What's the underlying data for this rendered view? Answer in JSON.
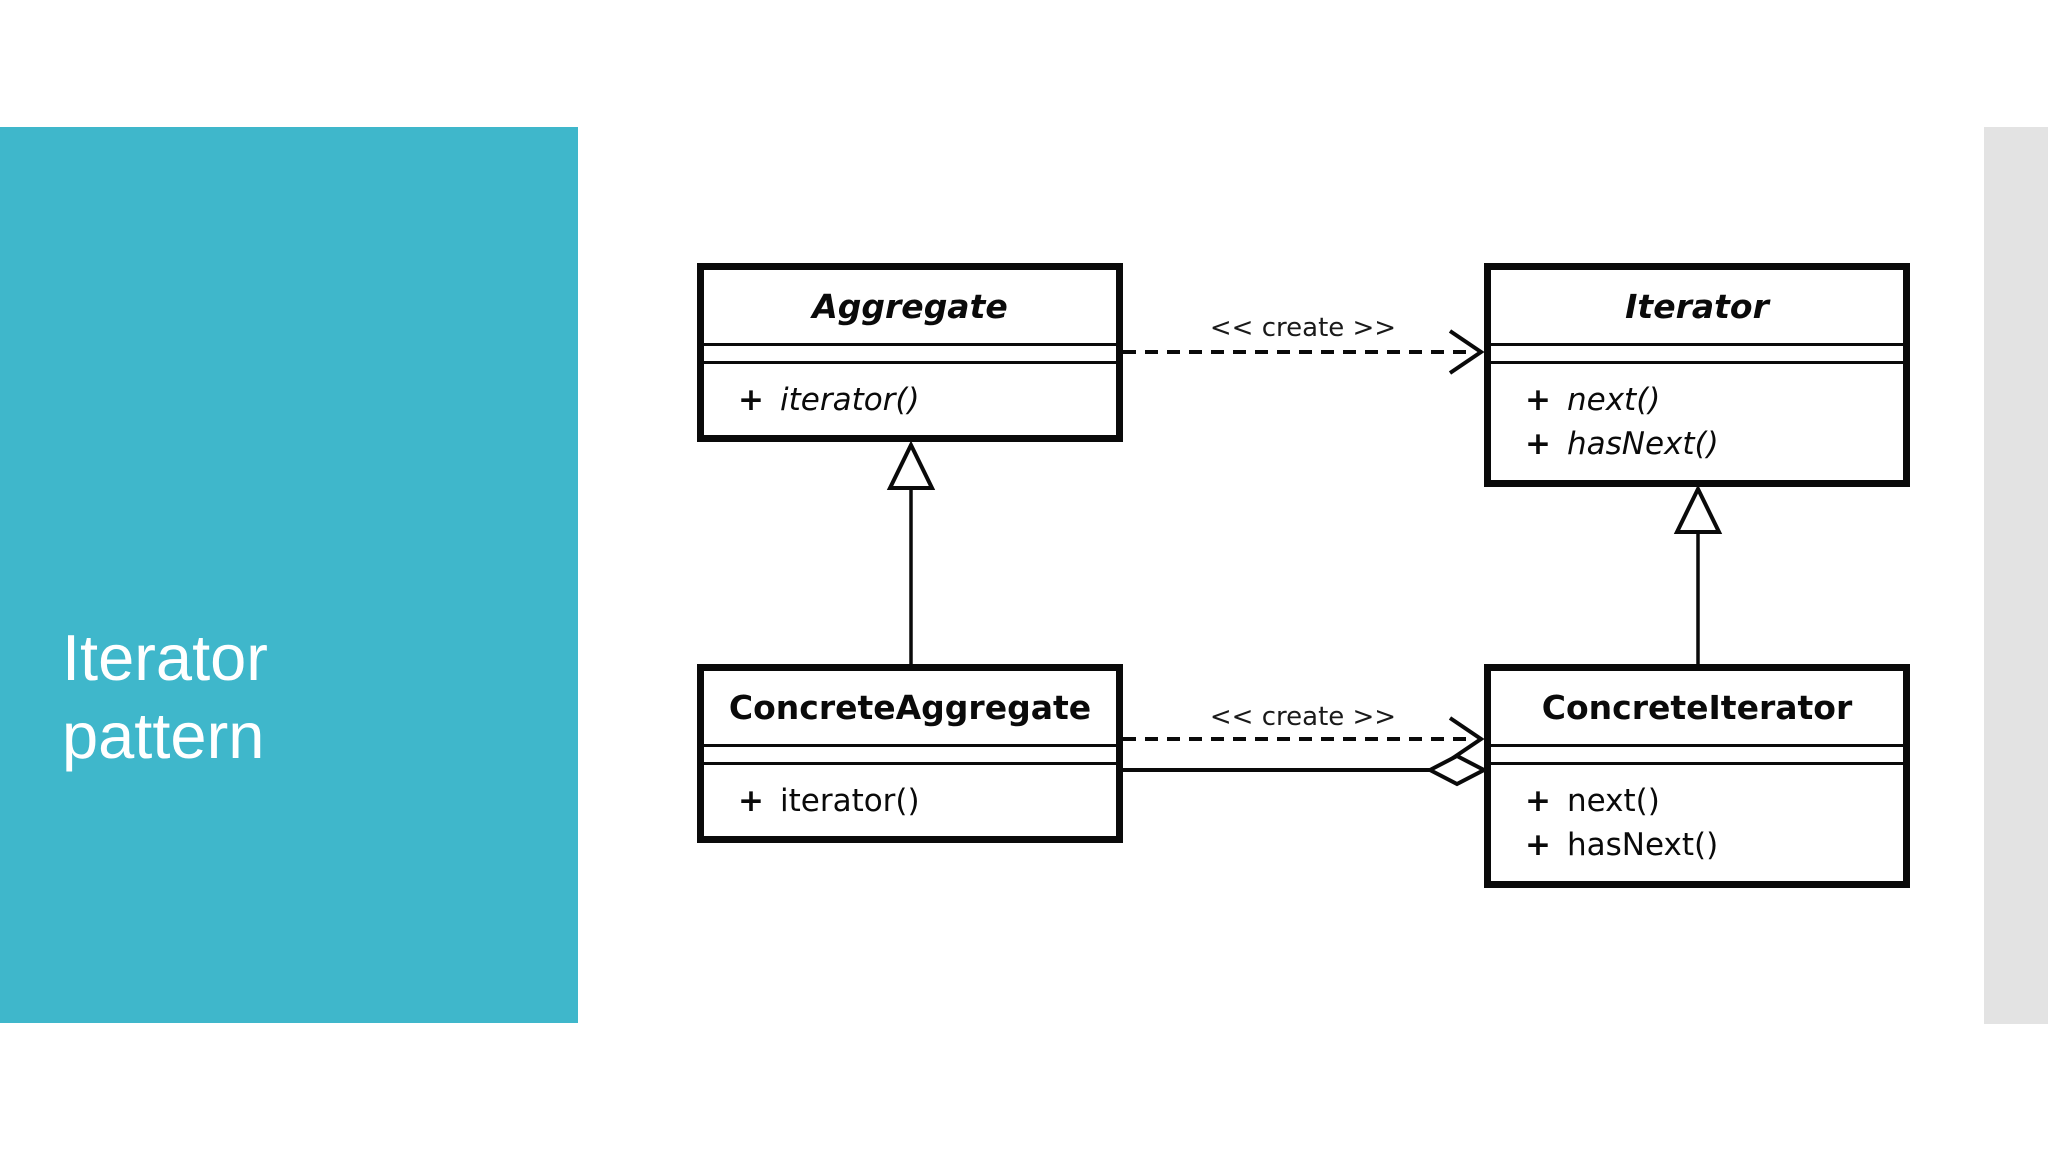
{
  "slide": {
    "title": "Iterator\npattern"
  },
  "theme": {
    "accent_color": "#3FB7CB",
    "side_strip_color": "#E3E3E3",
    "diagram_line_color": "#0A0A0A",
    "background_color": "#FFFFFF",
    "title_text_color": "#FFFFFF"
  },
  "diagram": {
    "create_top_label": "<< create >>",
    "create_bottom_label": "<< create >>",
    "classes": [
      {
        "name": "Aggregate",
        "abstract": true,
        "methods": [
          {
            "visibility": "+",
            "signature": "iterator()"
          }
        ]
      },
      {
        "name": "Iterator",
        "abstract": true,
        "methods": [
          {
            "visibility": "+",
            "signature": "next()"
          },
          {
            "visibility": "+",
            "signature": "hasNext()"
          }
        ]
      },
      {
        "name": "ConcreteAggregate",
        "abstract": false,
        "methods": [
          {
            "visibility": "+",
            "signature": "iterator()"
          }
        ]
      },
      {
        "name": "ConcreteIterator",
        "abstract": false,
        "methods": [
          {
            "visibility": "+",
            "signature": "next()"
          },
          {
            "visibility": "+",
            "signature": "hasNext()"
          }
        ]
      }
    ]
  }
}
